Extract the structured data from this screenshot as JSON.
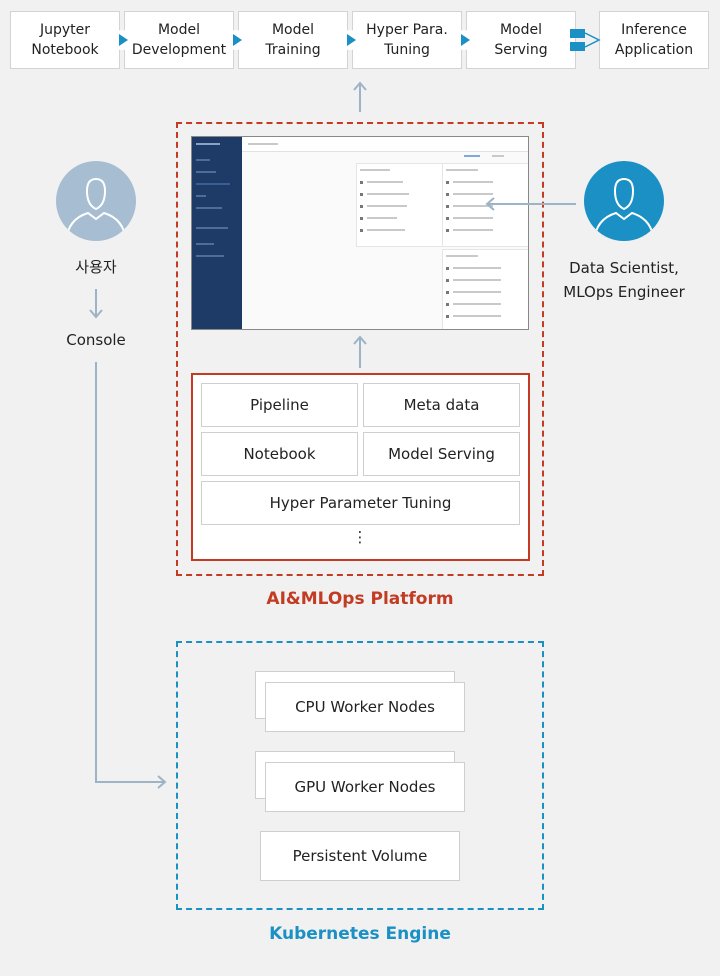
{
  "pipeline_steps": [
    {
      "label": "Jupyter\nNotebook"
    },
    {
      "label": "Model\nDevelopment"
    },
    {
      "label": "Model\nTraining"
    },
    {
      "label": "Hyper Para.\nTuning"
    },
    {
      "label": "Model\nServing"
    }
  ],
  "inference": {
    "label": "Inference\nApplication"
  },
  "user": {
    "label": "사용자",
    "console_label": "Console"
  },
  "data_scientist": {
    "label": "Data Scientist,\nMLOps Engineer"
  },
  "platform": {
    "title": "AI&MLOps Platform",
    "components": [
      "Pipeline",
      "Meta data",
      "Notebook",
      "Model Serving",
      "Hyper Parameter Tuning"
    ],
    "more": "⋮"
  },
  "kubernetes": {
    "title": "Kubernetes Engine",
    "nodes": [
      "CPU Worker Nodes",
      "GPU Worker Nodes",
      "Persistent Volume"
    ]
  },
  "colors": {
    "platform_border": "#c23b22",
    "k8s_border": "#1a90c4",
    "accent_blue": "#1a90c4",
    "arrow_gray": "#9db3c6",
    "user_avatar": "#a7bdd1"
  }
}
